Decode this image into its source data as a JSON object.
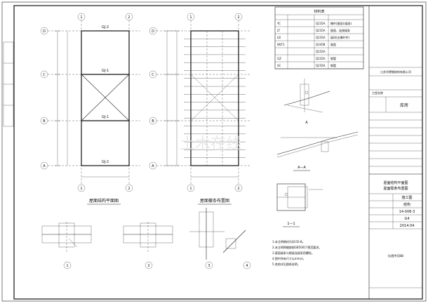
{
  "sheet": {
    "plan_titles": {
      "floor_plan": "屋面结构平面图",
      "purlin_plan": "屋面檩条布置图"
    },
    "grid_rows": [
      "D",
      "C",
      "B",
      "A"
    ],
    "grid_cols": [
      "1",
      "2"
    ],
    "beam_labels": [
      "GJ-2",
      "GJ-1",
      "GJ-1",
      "GJ-2"
    ],
    "section_labels": [
      "A—A",
      "1—1",
      "A"
    ],
    "detail_numbers": [
      "1",
      "2",
      "3",
      "4"
    ],
    "material_table": {
      "title": "材料表",
      "rows": [
        [
          "YC",
          "",
          "Q235A",
          "撑杆(屋面)(檩条)"
        ],
        [
          "LT",
          "",
          "Q235A",
          "屋面、连接檩条"
        ],
        [
          "LB",
          "",
          "Q235A",
          "檩间(支撑杆件)"
        ],
        [
          "WLT1",
          "",
          "Q345B",
          "屋面"
        ],
        [
          "",
          "",
          "Q235A",
          ""
        ],
        [
          "GZ",
          "",
          "Q235A",
          "钢管"
        ],
        [
          "SC",
          "",
          "Q235A",
          "钢管"
        ]
      ]
    },
    "title_block": {
      "company": "江苏华德钢结构有限公司",
      "project_label": "工程名称",
      "project": "库房",
      "drawing_title_1": "屋面结构平面图",
      "drawing_title_2": "屋面檩条布置图",
      "stage": "施工图",
      "discipline": "结构",
      "drawing_no": "14-008-3",
      "sheet_no": "G4",
      "date": "2014.04"
    },
    "notes": [
      "1.未注明钢材为Q235-B。",
      "2.未注明焊缝按照GB50017规范要求。",
      "3.屋面檩条与钢梁连接采用螺栓。",
      "4.图中所有尺寸以mm计。",
      "5.其他详见图纸说明。"
    ],
    "stamp": "(出图专用章)",
    "watermark": "土木在线"
  }
}
